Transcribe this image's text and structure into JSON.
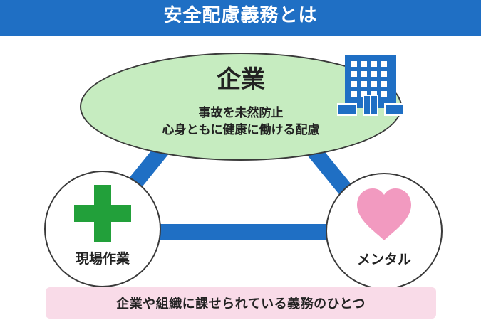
{
  "header": {
    "title": "安全配慮義務とは"
  },
  "company": {
    "title": "企業",
    "desc_line1": "事故を未然防止",
    "desc_line2": "心身ともに健康に働ける配慮",
    "icon": "building-icon"
  },
  "nodes": {
    "left": {
      "label": "現場作業",
      "icon": "green-cross-icon"
    },
    "right": {
      "label": "メンタル",
      "icon": "heart-icon"
    }
  },
  "footer": {
    "text": "企業や組織に課せられている義務のひとつ"
  },
  "colors": {
    "header_bg": "#1f6fc4",
    "connector": "#1f6fc4",
    "ellipse_fill": "#c6ecc0",
    "cross": "#22a03a",
    "heart": "#f29ac0",
    "footer_bg": "#f9dbe8"
  }
}
